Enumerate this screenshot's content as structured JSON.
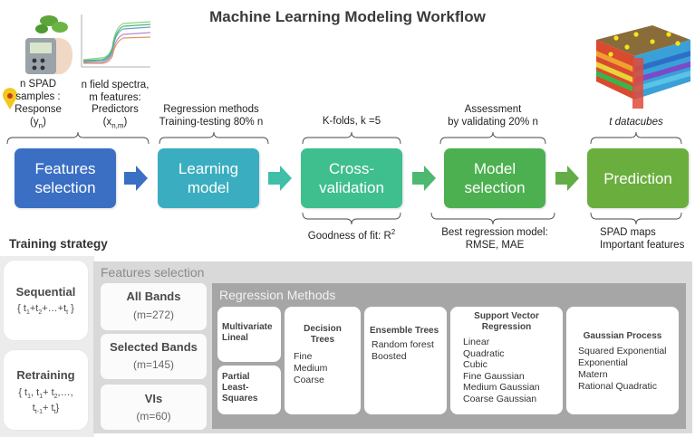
{
  "title": "Machine Learning Modeling Workflow",
  "inputs": {
    "spad_lines": [
      "n SPAD",
      "samples :",
      "Response"
    ],
    "spad_y_base": "(y",
    "spad_y_sub": "n",
    "spad_y_close": ")",
    "spectra_lines": [
      "n field spectra,",
      "m features:",
      "Predictors"
    ],
    "spectra_x_base": "(x",
    "spectra_x_sub": "n,m",
    "spectra_x_close": ")"
  },
  "stages": [
    {
      "label_lines": [
        "Features",
        "selection"
      ],
      "color": "#3a6fc4",
      "top_note": [],
      "bottom_note": []
    },
    {
      "label_lines": [
        "Learning",
        "model"
      ],
      "color": "#3aaec0",
      "top_note": [
        "Regression methods",
        "Training-testing 80% n"
      ],
      "bottom_note": []
    },
    {
      "label_lines": [
        "Cross-",
        "validation"
      ],
      "color": "#3fbf8e",
      "top_note": [
        "K-folds, k =5"
      ],
      "bottom_note": [
        "Goodness of fit: R",
        "2"
      ]
    },
    {
      "label_lines": [
        "Model",
        "selection"
      ],
      "color": "#4cb050",
      "top_note": [
        "Assessment",
        "by validating 20% n"
      ],
      "bottom_note": [
        "Best regression model:",
        "RMSE, MAE"
      ]
    },
    {
      "label_lines": [
        "Prediction"
      ],
      "color": "#6aaf3e",
      "top_note": [
        "t datacubes"
      ],
      "bottom_note": [
        "SPAD maps",
        "Important features"
      ]
    }
  ],
  "training_strategy": {
    "title": "Training strategy",
    "sequential": {
      "name": "Sequential",
      "formula": "{ t1+t2+…+tt }"
    },
    "retraining": {
      "name": "Retraining",
      "formula_lines": [
        "{ t1, t1+ t2,…,",
        "tt-1+ tt}"
      ]
    }
  },
  "features_selection": {
    "title": "Features selection",
    "options": [
      {
        "name": "All Bands",
        "m": "(m=272)"
      },
      {
        "name": "Selected Bands",
        "m": "(m=145)"
      },
      {
        "name": "VIs",
        "m": "(m=60)"
      }
    ]
  },
  "regression_methods": {
    "title": "Regression Methods",
    "multivariate": "Multivariate Lineal",
    "pls_lines": [
      "Partial",
      "Least-",
      "Squares"
    ],
    "decision_trees": {
      "head_lines": [
        "Decision",
        "Trees"
      ],
      "items": [
        "Fine",
        "Medium",
        "Coarse"
      ]
    },
    "ensemble_trees": {
      "head": "Ensemble Trees",
      "items": [
        "Random forest",
        "Boosted"
      ]
    },
    "svr": {
      "head_lines": [
        "Support Vector",
        "Regression"
      ],
      "items": [
        "Linear",
        "Quadratic",
        "Cubic",
        "Fine Gaussian",
        "Medium Gaussian",
        "Coarse Gaussian"
      ]
    },
    "gp": {
      "head": "Gaussian Process",
      "items": [
        "Squared Exponential",
        "Exponential",
        "Matern",
        "Rational Quadratic"
      ]
    }
  },
  "colors": {
    "arrow_1": "#3a6fc4",
    "arrow_2": "#3fbfa8",
    "arrow_3": "#4cb870",
    "arrow_4": "#62ad45",
    "pin": "#f2c81a"
  }
}
